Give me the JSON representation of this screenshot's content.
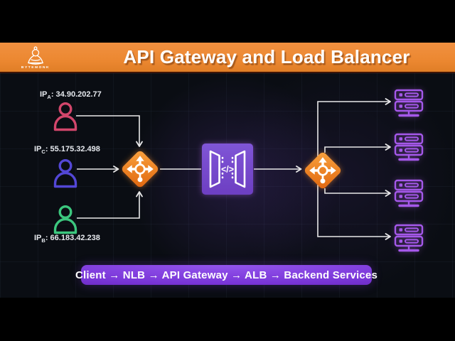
{
  "header": {
    "title": "API Gateway and Load Balancer",
    "brand": "BYTEMONK"
  },
  "clients": [
    {
      "ip_prefix": "IP",
      "ip_sub": "A",
      "ip_rest": ": 34.90.202.77",
      "color": "#d2466b"
    },
    {
      "ip_prefix": "IP",
      "ip_sub": "C",
      "ip_rest": ": 55.175.32.498",
      "color": "#5347d6"
    },
    {
      "ip_prefix": "IP",
      "ip_sub": "B",
      "ip_rest": ": 66.183.42.238",
      "color": "#3cc77e"
    }
  ],
  "nodes": {
    "nlb": {
      "icon": "load-balancer-icon",
      "color": "#ef7f1f"
    },
    "api_gateway": {
      "icon": "api-gateway-icon",
      "glyph": "</>",
      "color": "#764bcb"
    },
    "alb": {
      "icon": "load-balancer-icon",
      "color": "#ef7f1f"
    },
    "servers": {
      "icon": "server-icon",
      "count": 4,
      "color": "#a558ea"
    }
  },
  "flow_banner": {
    "text": "Client → NLB → API Gateway → ALB → Backend Services",
    "bg": "#7a36d8"
  },
  "colors": {
    "header_bg": "#ec8831",
    "canvas_bg": "#0a0d13",
    "line": "#e9e9ea"
  }
}
